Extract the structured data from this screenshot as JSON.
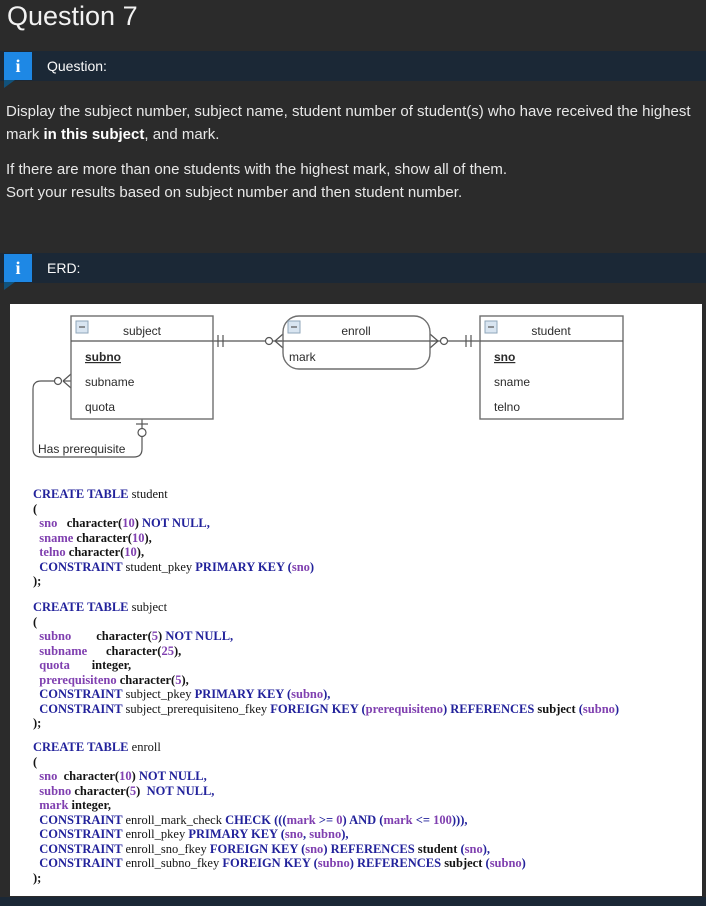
{
  "header": {
    "title": "Question 7"
  },
  "bars": {
    "info_icon_glyph": "i",
    "question_label": "Question:",
    "erd_label": "ERD:"
  },
  "question": {
    "p1_before_bold": "Display the subject number, subject name, student number of student(s) who have received the highest mark ",
    "p1_bold": "in this subject",
    "p1_after_bold": ", and mark.",
    "p2_line1": "If there are more than one students with the highest mark, show all of them.",
    "p2_line2": "Sort your results based on subject number and then student number."
  },
  "erd": {
    "entities": [
      {
        "name": "subject",
        "fields": [
          "subno",
          "subname",
          "quota"
        ],
        "pk": "subno"
      },
      {
        "name": "enroll",
        "fields": [
          "mark"
        ],
        "pk": ""
      },
      {
        "name": "student",
        "fields": [
          "sno",
          "sname",
          "telno"
        ],
        "pk": "sno"
      }
    ],
    "self_relationship_label": "Has prerequisite"
  },
  "colors": {
    "page_bg": "#2b2b2b",
    "bar_bg": "#1b2836",
    "accent_blue": "#1e88e5",
    "panel_bg": "#ffffff",
    "sql_keyword": "#22229b",
    "sql_identifier": "#8040b0"
  },
  "sql": {
    "blocks": [
      {
        "table": "student",
        "lines": [
          [
            [
              "kw",
              "CREATE TABLE "
            ],
            [
              "tbl",
              "student"
            ]
          ],
          [
            [
              "pln",
              "("
            ]
          ],
          [
            [
              "pln",
              "  "
            ],
            [
              "col",
              "sno"
            ],
            [
              "pln",
              "   "
            ],
            [
              "typ",
              "character("
            ],
            [
              "num",
              "10"
            ],
            [
              "typ",
              ") "
            ],
            [
              "kw",
              "NOT NULL,"
            ]
          ],
          [
            [
              "pln",
              "  "
            ],
            [
              "col",
              "sname "
            ],
            [
              "typ",
              "character("
            ],
            [
              "num",
              "10"
            ],
            [
              "typ",
              "),"
            ]
          ],
          [
            [
              "pln",
              "  "
            ],
            [
              "col",
              "telno "
            ],
            [
              "typ",
              "character("
            ],
            [
              "num",
              "10"
            ],
            [
              "typ",
              "),"
            ]
          ],
          [
            [
              "pln",
              "  "
            ],
            [
              "kw",
              "CONSTRAINT "
            ],
            [
              "tbl",
              "student_pkey "
            ],
            [
              "kw",
              "PRIMARY KEY ("
            ],
            [
              "col",
              "sno"
            ],
            [
              "kw",
              ")"
            ]
          ],
          [
            [
              "pln",
              ");"
            ]
          ]
        ]
      },
      {
        "table": "subject",
        "lines": [
          [
            [
              "kw",
              "CREATE TABLE "
            ],
            [
              "tbl",
              "subject"
            ]
          ],
          [
            [
              "pln",
              "("
            ]
          ],
          [
            [
              "pln",
              "  "
            ],
            [
              "col",
              "subno"
            ],
            [
              "pln",
              "        "
            ],
            [
              "typ",
              "character("
            ],
            [
              "num",
              "5"
            ],
            [
              "typ",
              ") "
            ],
            [
              "kw",
              "NOT NULL,"
            ]
          ],
          [
            [
              "pln",
              "  "
            ],
            [
              "col",
              "subname"
            ],
            [
              "pln",
              "      "
            ],
            [
              "typ",
              "character("
            ],
            [
              "num",
              "25"
            ],
            [
              "typ",
              "),"
            ]
          ],
          [
            [
              "pln",
              "  "
            ],
            [
              "col",
              "quota"
            ],
            [
              "pln",
              "       "
            ],
            [
              "typ",
              "integer,"
            ]
          ],
          [
            [
              "pln",
              "  "
            ],
            [
              "col",
              "prerequisiteno "
            ],
            [
              "typ",
              "character("
            ],
            [
              "num",
              "5"
            ],
            [
              "typ",
              "),"
            ]
          ],
          [
            [
              "pln",
              "  "
            ],
            [
              "kw",
              "CONSTRAINT "
            ],
            [
              "tbl",
              "subject_pkey "
            ],
            [
              "kw",
              "PRIMARY KEY ("
            ],
            [
              "col",
              "subno"
            ],
            [
              "kw",
              "),"
            ]
          ],
          [
            [
              "pln",
              "  "
            ],
            [
              "kw",
              "CONSTRAINT "
            ],
            [
              "tbl",
              "subject_prerequisiteno_fkey "
            ],
            [
              "kw",
              "FOREIGN KEY ("
            ],
            [
              "col",
              "prerequisiteno"
            ],
            [
              "kw",
              ") REFERENCES "
            ],
            [
              "typ",
              "subject "
            ],
            [
              "kw",
              "("
            ],
            [
              "col",
              "subno"
            ],
            [
              "kw",
              ")"
            ]
          ],
          [
            [
              "pln",
              ");"
            ]
          ]
        ]
      },
      {
        "table": "enroll",
        "lines": [
          [
            [
              "kw",
              "CREATE TABLE "
            ],
            [
              "tbl",
              "enroll"
            ]
          ],
          [
            [
              "pln",
              "("
            ]
          ],
          [
            [
              "pln",
              "  "
            ],
            [
              "col",
              "sno"
            ],
            [
              "pln",
              "  "
            ],
            [
              "typ",
              "character("
            ],
            [
              "num",
              "10"
            ],
            [
              "typ",
              ") "
            ],
            [
              "kw",
              "NOT NULL,"
            ]
          ],
          [
            [
              "pln",
              "  "
            ],
            [
              "col",
              "subno "
            ],
            [
              "typ",
              "character("
            ],
            [
              "num",
              "5"
            ],
            [
              "typ",
              ")  "
            ],
            [
              "kw",
              "NOT NULL,"
            ]
          ],
          [
            [
              "pln",
              "  "
            ],
            [
              "col",
              "mark "
            ],
            [
              "typ",
              "integer,"
            ]
          ],
          [
            [
              "pln",
              "  "
            ],
            [
              "kw",
              "CONSTRAINT "
            ],
            [
              "tbl",
              "enroll_mark_check "
            ],
            [
              "kw",
              "CHECK ((("
            ],
            [
              "col",
              "mark"
            ],
            [
              "kw",
              " >= "
            ],
            [
              "num",
              "0"
            ],
            [
              "kw",
              ") AND ("
            ],
            [
              "col",
              "mark"
            ],
            [
              "kw",
              " <= "
            ],
            [
              "num",
              "100"
            ],
            [
              "kw",
              "))),"
            ]
          ],
          [
            [
              "pln",
              "  "
            ],
            [
              "kw",
              "CONSTRAINT "
            ],
            [
              "tbl",
              "enroll_pkey "
            ],
            [
              "kw",
              "PRIMARY KEY ("
            ],
            [
              "col",
              "sno"
            ],
            [
              "kw",
              ", "
            ],
            [
              "col",
              "subno"
            ],
            [
              "kw",
              "),"
            ]
          ],
          [
            [
              "pln",
              "  "
            ],
            [
              "kw",
              "CONSTRAINT "
            ],
            [
              "tbl",
              "enroll_sno_fkey "
            ],
            [
              "kw",
              "FOREIGN KEY ("
            ],
            [
              "col",
              "sno"
            ],
            [
              "kw",
              ") REFERENCES "
            ],
            [
              "typ",
              "student "
            ],
            [
              "kw",
              "("
            ],
            [
              "col",
              "sno"
            ],
            [
              "kw",
              "),"
            ]
          ],
          [
            [
              "pln",
              "  "
            ],
            [
              "kw",
              "CONSTRAINT "
            ],
            [
              "tbl",
              "enroll_subno_fkey "
            ],
            [
              "kw",
              "FOREIGN KEY ("
            ],
            [
              "col",
              "subno"
            ],
            [
              "kw",
              ") REFERENCES "
            ],
            [
              "typ",
              "subject "
            ],
            [
              "kw",
              "("
            ],
            [
              "col",
              "subno"
            ],
            [
              "kw",
              ")"
            ]
          ],
          [
            [
              "pln",
              ");"
            ]
          ]
        ]
      }
    ]
  }
}
